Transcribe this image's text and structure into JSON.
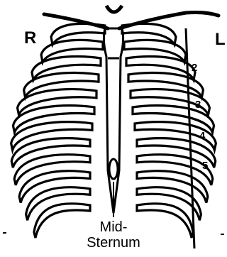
{
  "labels": {
    "right_side": "R",
    "left_side": "L",
    "caption_line1": "Mid-",
    "caption_line2": "Sternum",
    "ribs": [
      "2",
      "3",
      "4",
      "5"
    ]
  }
}
